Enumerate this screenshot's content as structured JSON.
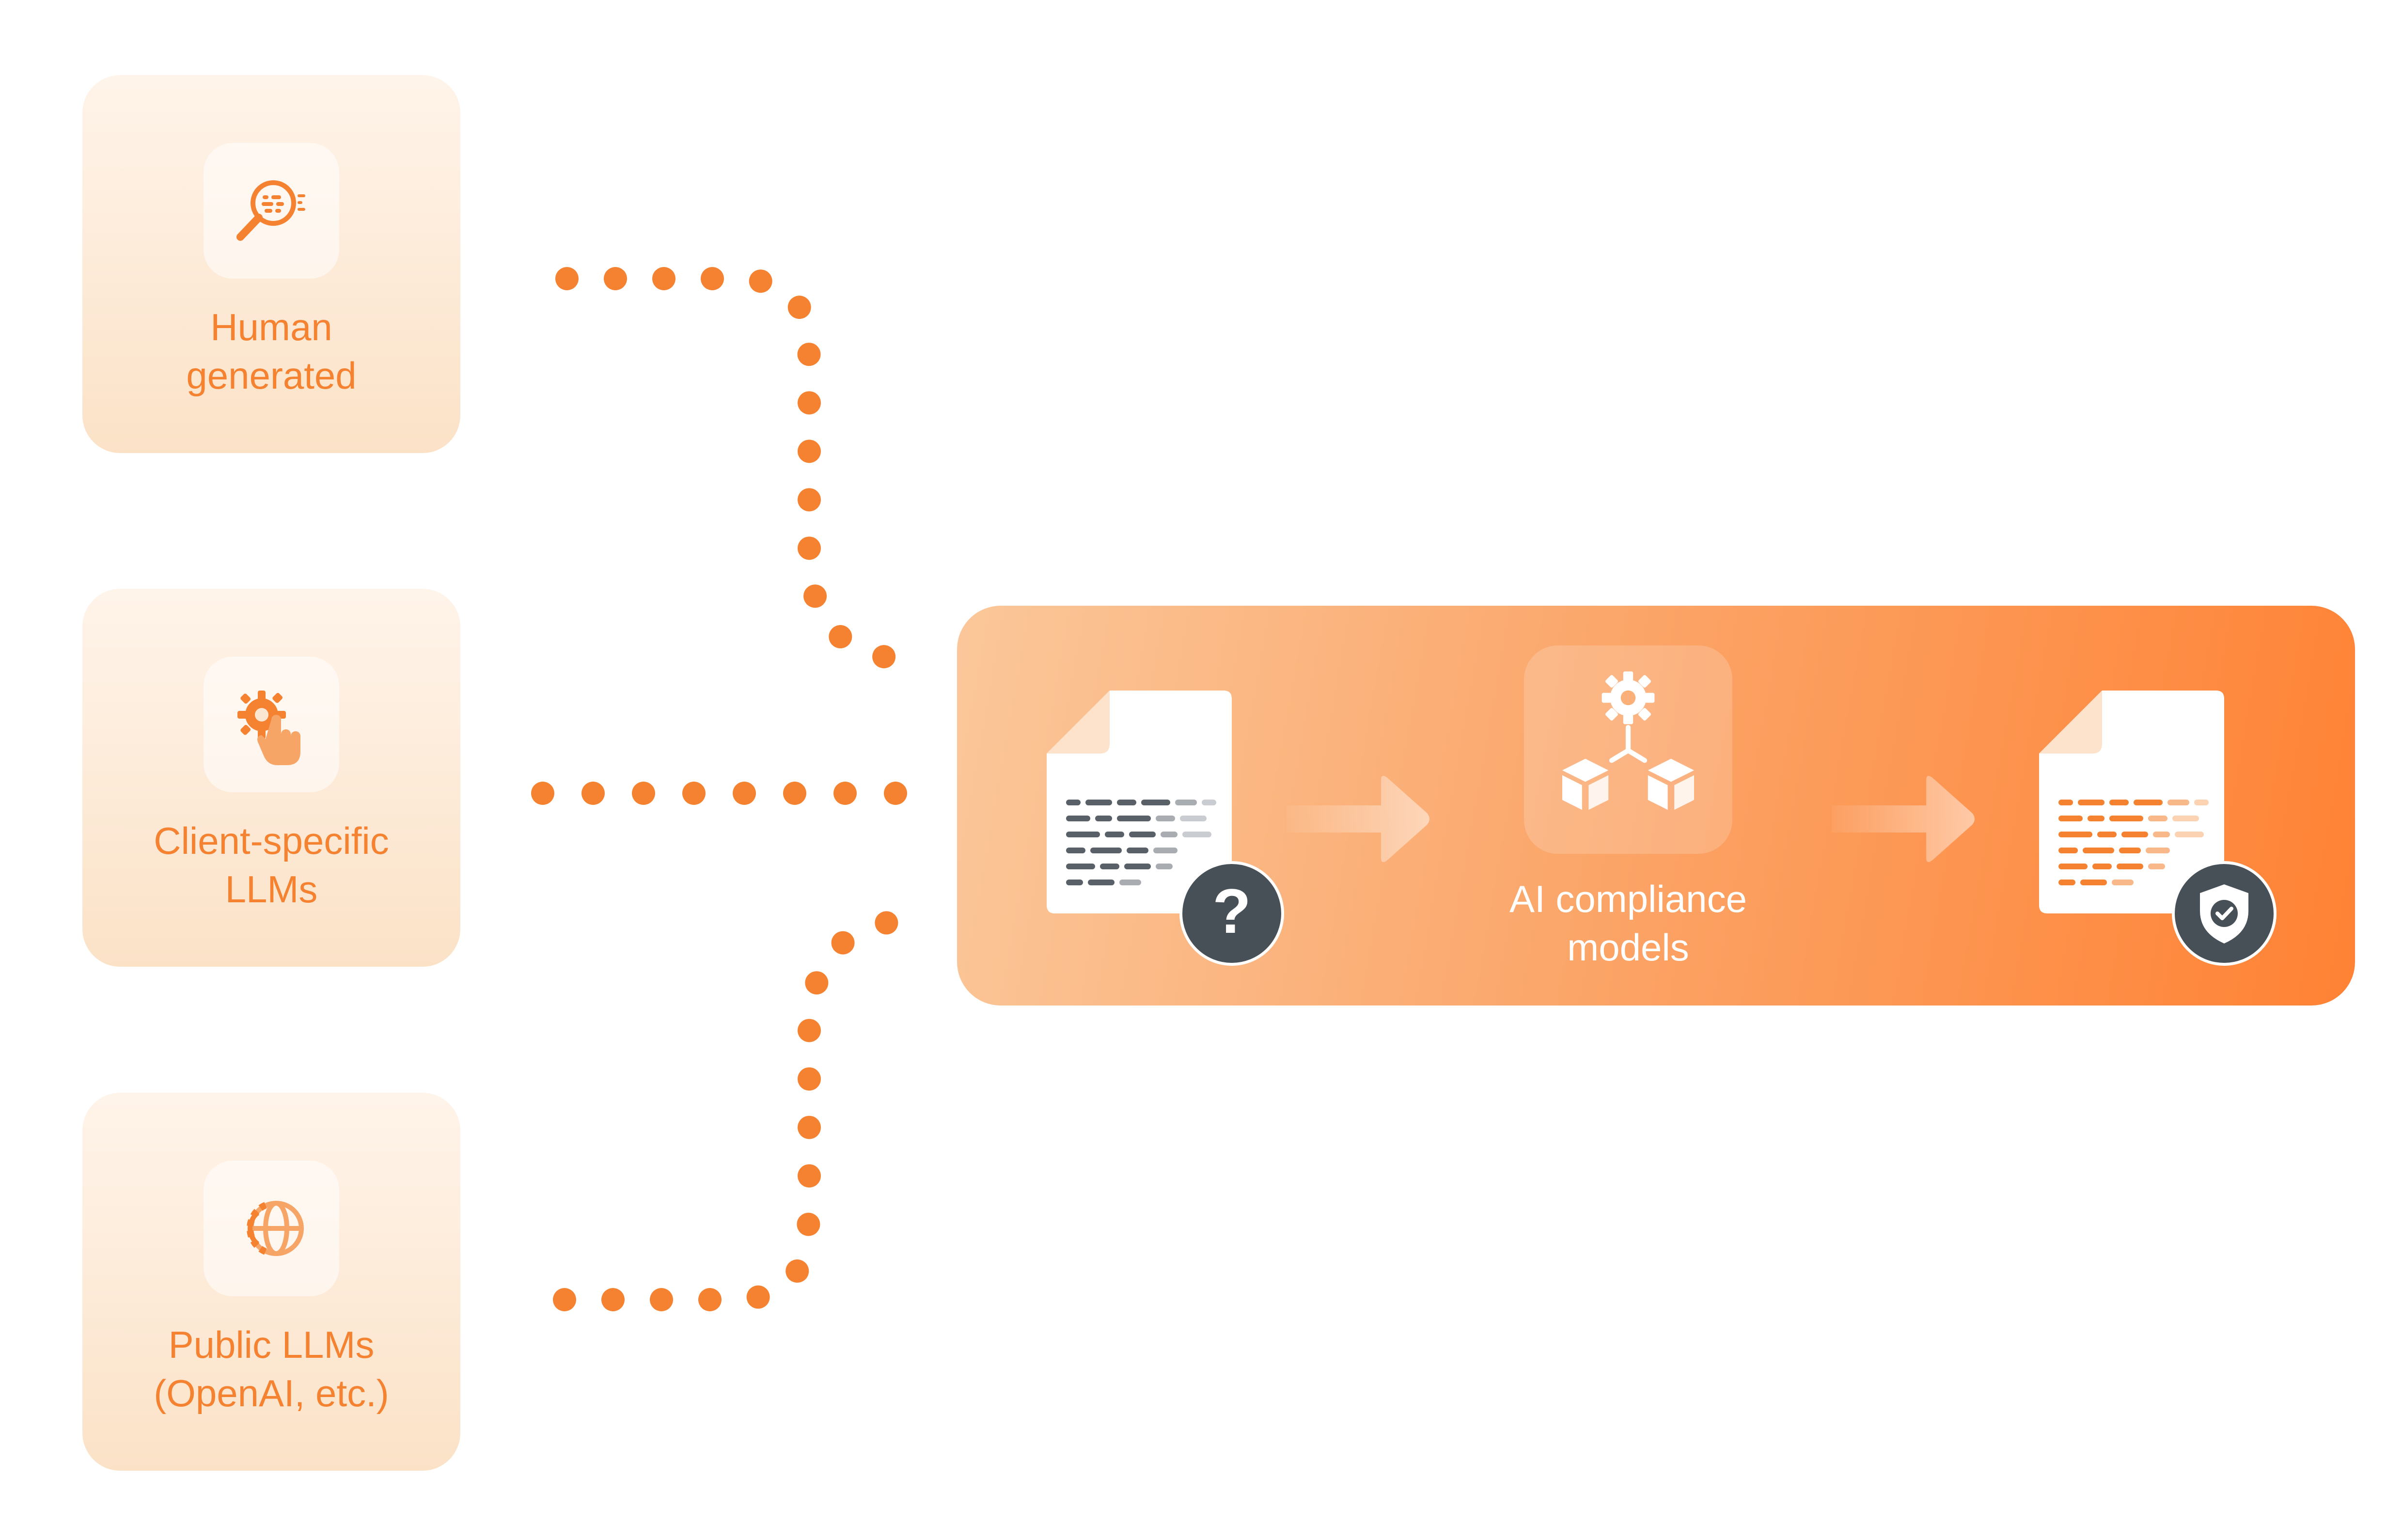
{
  "sources": [
    {
      "label": "Human\ngenerated",
      "icon": "magnifier-data-icon"
    },
    {
      "label": "Client-specific\nLLMs",
      "icon": "gear-hand-icon"
    },
    {
      "label": "Public LLMs\n(OpenAI, etc.)",
      "icon": "globe-gear-icon"
    }
  ],
  "pipeline": {
    "model_label": "AI compliance\nmodels",
    "input_doc_icon": "document-question-icon",
    "model_icon": "gear-cubes-icon",
    "output_doc_icon": "document-shield-check-icon"
  },
  "colors": {
    "accent": "#f58231",
    "card_bg_top": "#fff4ea",
    "card_bg_bottom": "#fbe2c7",
    "pipeline_start": "#fbc79a",
    "pipeline_end": "#ff8234",
    "badge": "#474f57"
  }
}
